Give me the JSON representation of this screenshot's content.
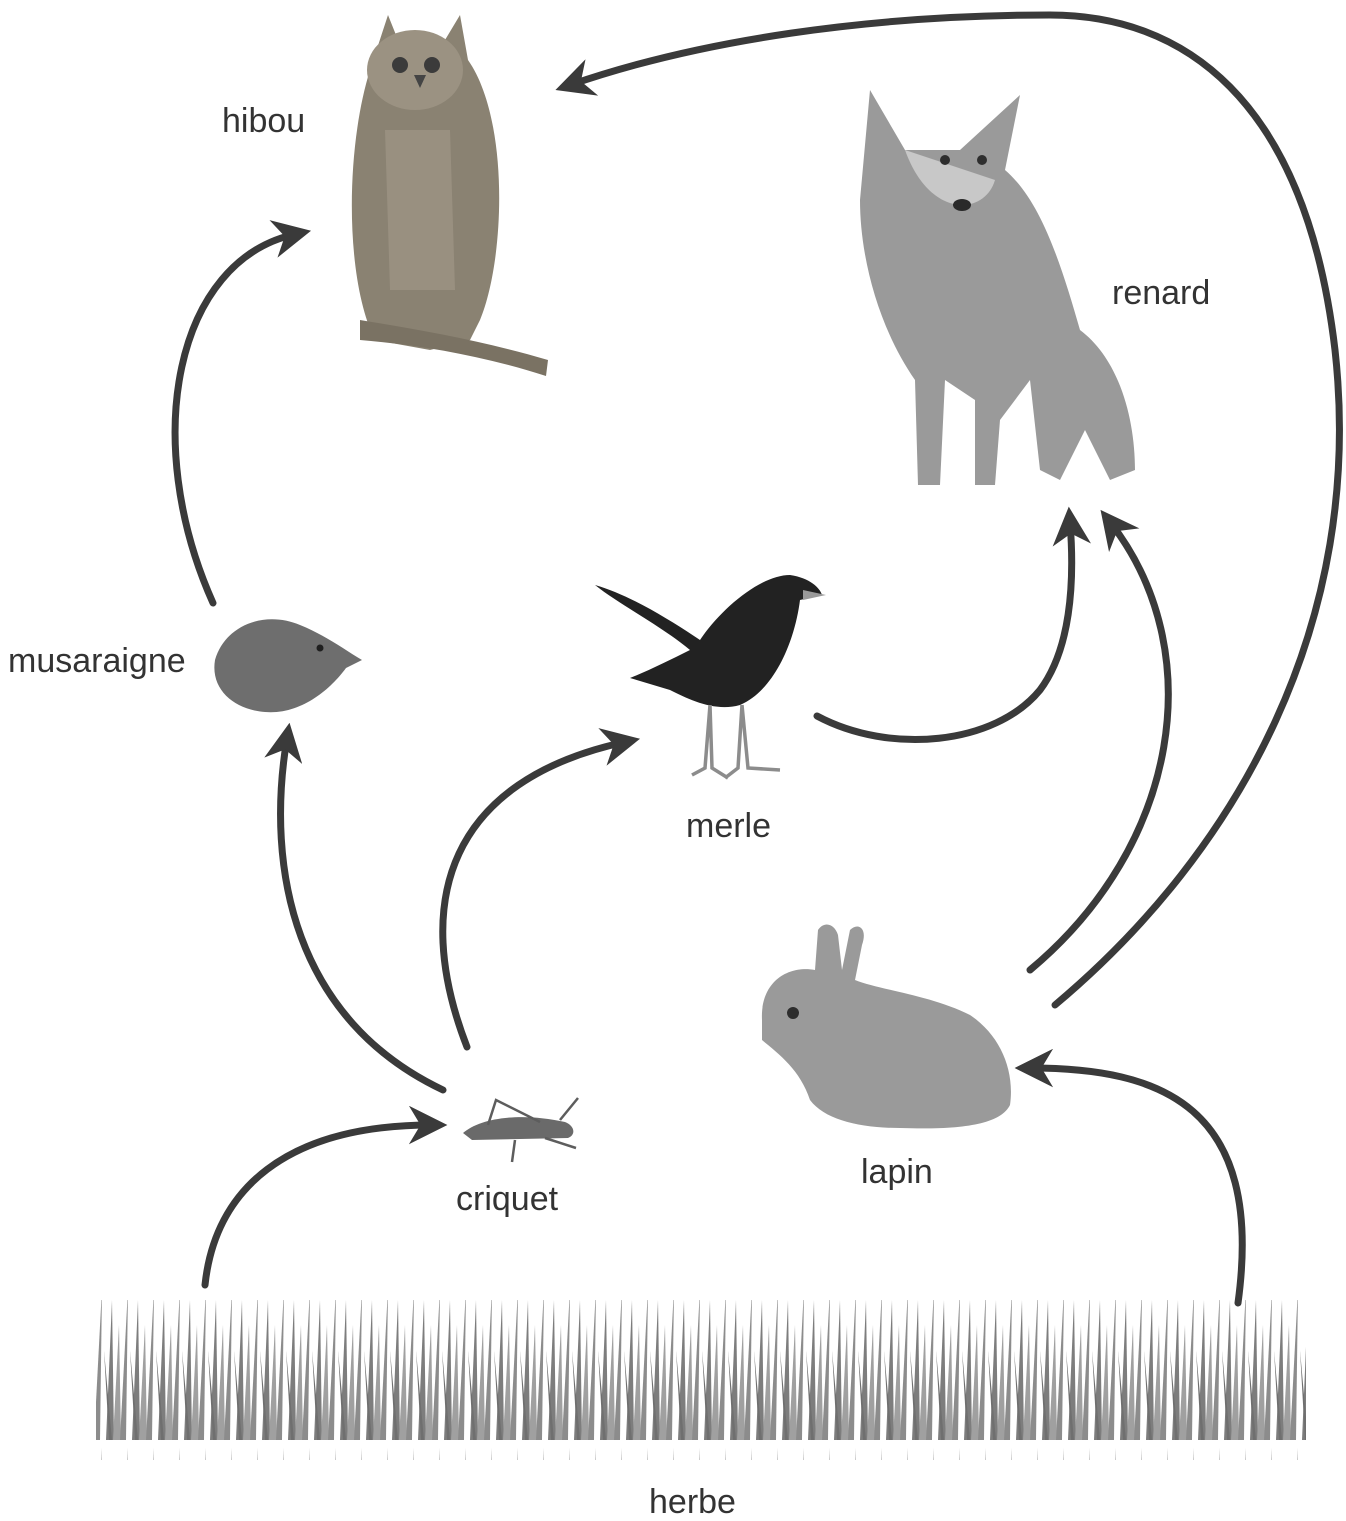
{
  "diagram": {
    "labels": {
      "hibou": "hibou",
      "renard": "renard",
      "musaraigne": "musaraigne",
      "merle": "merle",
      "criquet": "criquet",
      "lapin": "lapin",
      "herbe": "herbe"
    },
    "colors": {
      "arrow": "#3a3a3a",
      "text": "#333333",
      "grass": "#8a8a8a"
    },
    "icons": [
      "owl-illustration",
      "fox-illustration",
      "shrew-illustration",
      "blackbird-illustration",
      "grasshopper-illustration",
      "rabbit-illustration",
      "grass-illustration"
    ],
    "links": [
      {
        "from": "herbe",
        "to": "criquet"
      },
      {
        "from": "herbe",
        "to": "lapin"
      },
      {
        "from": "criquet",
        "to": "musaraigne"
      },
      {
        "from": "criquet",
        "to": "merle"
      },
      {
        "from": "musaraigne",
        "to": "hibou"
      },
      {
        "from": "merle",
        "to": "renard"
      },
      {
        "from": "lapin",
        "to": "renard"
      },
      {
        "from": "lapin",
        "to": "hibou"
      }
    ]
  }
}
